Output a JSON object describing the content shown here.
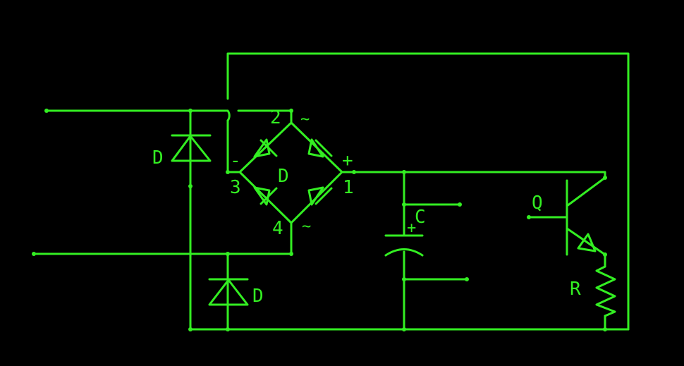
{
  "colors": {
    "background": "#000000",
    "trace": "#33ee22"
  },
  "labels": {
    "diode_top": "D",
    "diode_bottom": "D",
    "bridge": "D",
    "capacitor": "C",
    "capacitor_plus": "+",
    "transistor": "Q",
    "resistor": "R",
    "node_1": "1",
    "node_2": "2",
    "node_3": "3",
    "node_4": "4",
    "node_2_tilde": "~",
    "node_4_tilde": "~",
    "bridge_plus": "+",
    "bridge_minus": "-"
  }
}
